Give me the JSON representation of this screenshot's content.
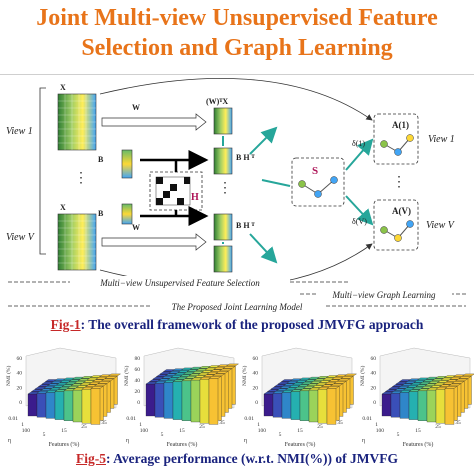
{
  "title": {
    "line1": "Joint Multi-view Unsupervised Feature",
    "line2": "Selection and Graph Learning"
  },
  "figure1": {
    "view1_label": "View 1",
    "viewV_label": "View V",
    "s_label": "S",
    "h_label": "H",
    "a1_label": "A(1)",
    "av_label": "A(V)",
    "delta1_label": "δ(1)",
    "deltaV_label": "δ(V)",
    "bar1_label": "Multi−view Unsupervised Feature Selection",
    "bar2_label": "Multi−view Graph Learning",
    "bar3_label": "The Proposed Joint Learning Model"
  },
  "caption1": {
    "fig": "Fig-1",
    "text": ": The overall framework of the proposed JMVFG approach"
  },
  "caption2": {
    "fig": "Fig-5",
    "text": ": Average performance (w.r.t. NMI(%)) of JMVFG"
  },
  "charts": {
    "z_label": "NMI (%)",
    "x_label": "Features (%)",
    "y_label": "η",
    "panels": [
      {
        "z_ticks": [
          "60",
          "40",
          "20",
          "0"
        ],
        "x_ticks": [
          "5",
          "15",
          "25",
          "35"
        ],
        "y_ticks": [
          "0.01",
          "1",
          "100"
        ]
      },
      {
        "z_ticks": [
          "80",
          "60",
          "40",
          "20",
          "0"
        ],
        "x_ticks": [
          "5",
          "15",
          "25",
          "35"
        ],
        "y_ticks": [
          "0.01",
          "1",
          "100"
        ]
      },
      {
        "z_ticks": [
          "60",
          "40",
          "20",
          "0"
        ],
        "x_ticks": [
          "5",
          "15",
          "25",
          "35"
        ],
        "y_ticks": [
          "0.01",
          "1",
          "100"
        ]
      },
      {
        "z_ticks": [
          "60",
          "40",
          "20",
          "0"
        ],
        "x_ticks": [
          "5",
          "15",
          "25",
          "35"
        ],
        "y_ticks": [
          "0.01",
          "1",
          "100"
        ]
      }
    ]
  }
}
